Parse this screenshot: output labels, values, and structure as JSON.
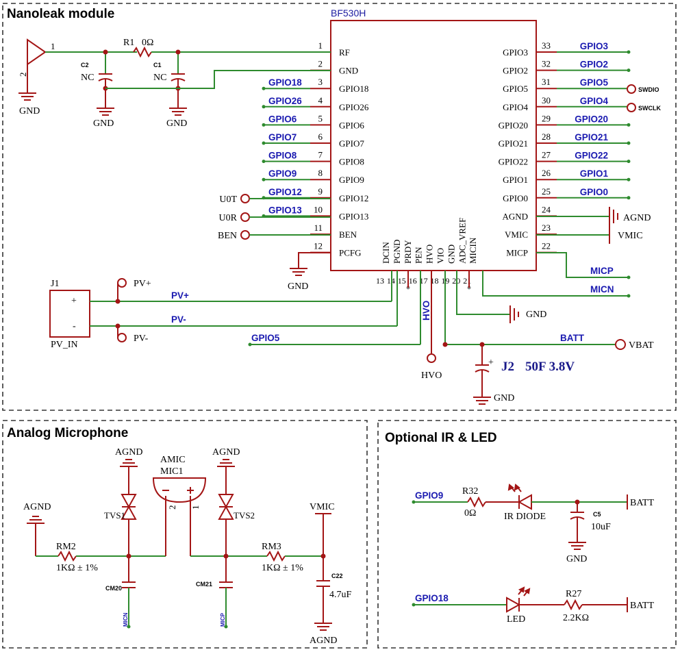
{
  "sections": {
    "module": "Nanoleak module",
    "mic": "Analog Microphone",
    "ir": "Optional IR & LED"
  },
  "chip": {
    "name": "BF530H",
    "left_pins": [
      {
        "num": "1",
        "name": "RF"
      },
      {
        "num": "2",
        "name": "GND"
      },
      {
        "num": "3",
        "name": "GPIO18",
        "net": "GPIO18"
      },
      {
        "num": "4",
        "name": "GPIO26",
        "net": "GPIO26"
      },
      {
        "num": "5",
        "name": "GPIO6",
        "net": "GPIO6"
      },
      {
        "num": "6",
        "name": "GPIO7",
        "net": "GPIO7"
      },
      {
        "num": "7",
        "name": "GPIO8",
        "net": "GPIO8"
      },
      {
        "num": "8",
        "name": "GPIO9",
        "net": "GPIO9"
      },
      {
        "num": "9",
        "name": "GPIO12",
        "net": "GPIO12"
      },
      {
        "num": "10",
        "name": "GPIO13",
        "net": "GPIO13"
      },
      {
        "num": "11",
        "name": "BEN"
      },
      {
        "num": "12",
        "name": "PCFG"
      }
    ],
    "right_pins": [
      {
        "num": "33",
        "name": "GPIO3",
        "net": "GPIO3"
      },
      {
        "num": "32",
        "name": "GPIO2",
        "net": "GPIO2"
      },
      {
        "num": "31",
        "name": "GPIO5",
        "net": "GPIO5"
      },
      {
        "num": "30",
        "name": "GPIO4",
        "net": "GPIO4"
      },
      {
        "num": "29",
        "name": "GPIO20",
        "net": "GPIO20"
      },
      {
        "num": "28",
        "name": "GPIO21",
        "net": "GPIO21"
      },
      {
        "num": "27",
        "name": "GPIO22",
        "net": "GPIO22"
      },
      {
        "num": "26",
        "name": "GPIO1",
        "net": "GPIO1"
      },
      {
        "num": "25",
        "name": "GPIO0",
        "net": "GPIO0"
      },
      {
        "num": "24",
        "name": "AGND"
      },
      {
        "num": "23",
        "name": "VMIC"
      },
      {
        "num": "22",
        "name": "MICP"
      }
    ],
    "bottom_pins": [
      {
        "num": "13",
        "name": "DCIN"
      },
      {
        "num": "14",
        "name": "PGND"
      },
      {
        "num": "15",
        "name": "PRDY"
      },
      {
        "num": "16",
        "name": "PEN"
      },
      {
        "num": "17",
        "name": "HVO"
      },
      {
        "num": "18",
        "name": "VIO"
      },
      {
        "num": "19",
        "name": "GND"
      },
      {
        "num": "20",
        "name": "ADC_VREF"
      },
      {
        "num": "21",
        "name": "MICIN"
      }
    ]
  },
  "labels": {
    "antenna_pin1": "1",
    "antenna_pin2": "2",
    "r1": "R1",
    "r1_val": "0Ω",
    "c2": "C2",
    "c2_val": "NC",
    "c1": "C1",
    "c1_val": "NC",
    "gnd": "GND",
    "agnd": "AGND",
    "vmic": "VMIC",
    "swdio": "SWDIO",
    "swclk": "SWCLK",
    "u0t": "U0T",
    "u0r": "U0R",
    "ben": "BEN",
    "j1": "J1",
    "plus": "+",
    "minus": "-",
    "pv_in": "PV_IN",
    "pv_plus": "PV+",
    "pv_minus": "PV-",
    "net_pv_plus": "PV+",
    "net_pv_minus": "PV-",
    "net_gpio5": "GPIO5",
    "net_hvo": "HVO",
    "hvo": "HVO",
    "batt": "BATT",
    "vbat": "VBAT",
    "micp": "MICP",
    "micn": "MICN",
    "j2_plus": "+",
    "j2": "J2",
    "j2_val": "50F 3.8V"
  },
  "mic": {
    "amic": "AMIC",
    "mic1": "MIC1",
    "pin2": "2",
    "pin1": "1",
    "tvs1": "TVS1",
    "tvs2": "TVS2",
    "agnd_left": "AGND",
    "agnd_tvs1": "AGND",
    "agnd_tvs2": "AGND",
    "agnd_bottom": "AGND",
    "vmic": "VMIC",
    "rm2": "RM2",
    "rm2_val": "1KΩ  ± 1%",
    "rm3": "RM3",
    "rm3_val": "1KΩ  ± 1%",
    "cm20": "CM20",
    "cm21": "CM21",
    "c22": "C22",
    "c22_val": "4.7uF",
    "micn": "MICN",
    "micp": "MICP"
  },
  "ir": {
    "gpio9": "GPIO9",
    "r32": "R32",
    "r32_val": "0Ω",
    "ir_diode": "IR DIODE",
    "c5": "C5",
    "c5_val": "10uF",
    "gnd": "GND",
    "batt1": "BATT",
    "gpio18": "GPIO18",
    "led": "LED",
    "r27": "R27",
    "r27_val": "2.2KΩ",
    "batt2": "BATT"
  }
}
